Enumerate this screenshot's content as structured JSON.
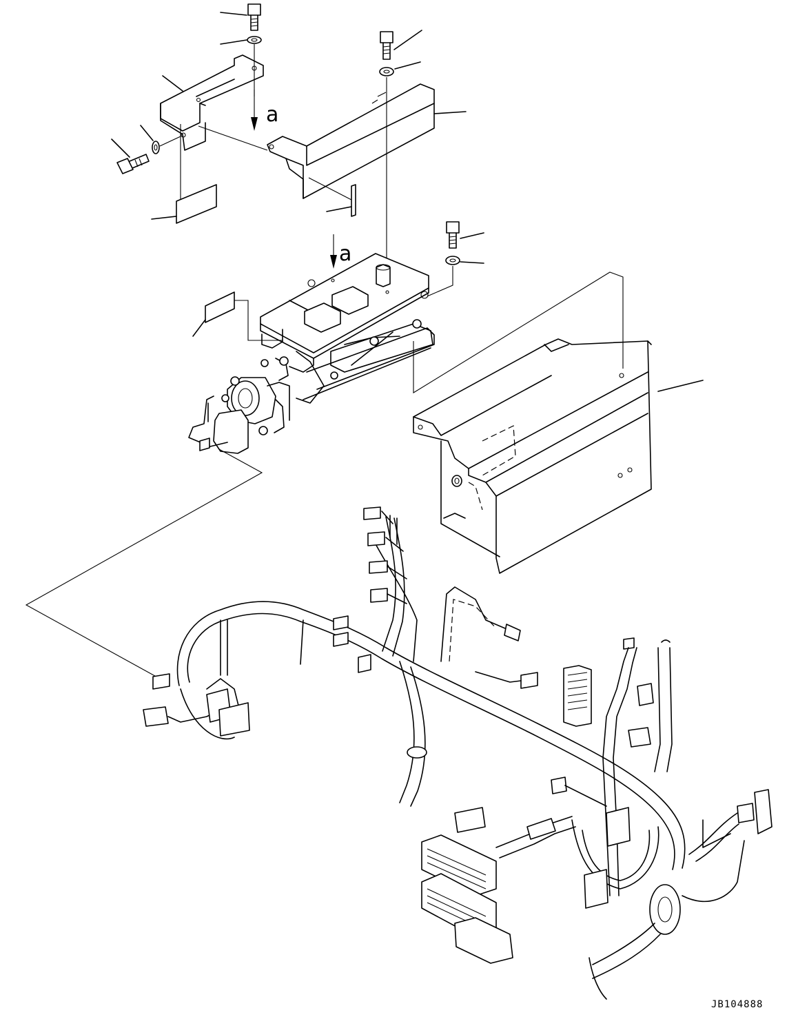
{
  "diagram": {
    "arrow_label_top": "a",
    "arrow_label_mid": "a",
    "drawing_code": "JB104888"
  },
  "icons": {
    "bolt": "hex-bolt-icon",
    "washer": "washer-icon",
    "label_plate": "caution-label-icon",
    "connector": "connector-icon"
  }
}
